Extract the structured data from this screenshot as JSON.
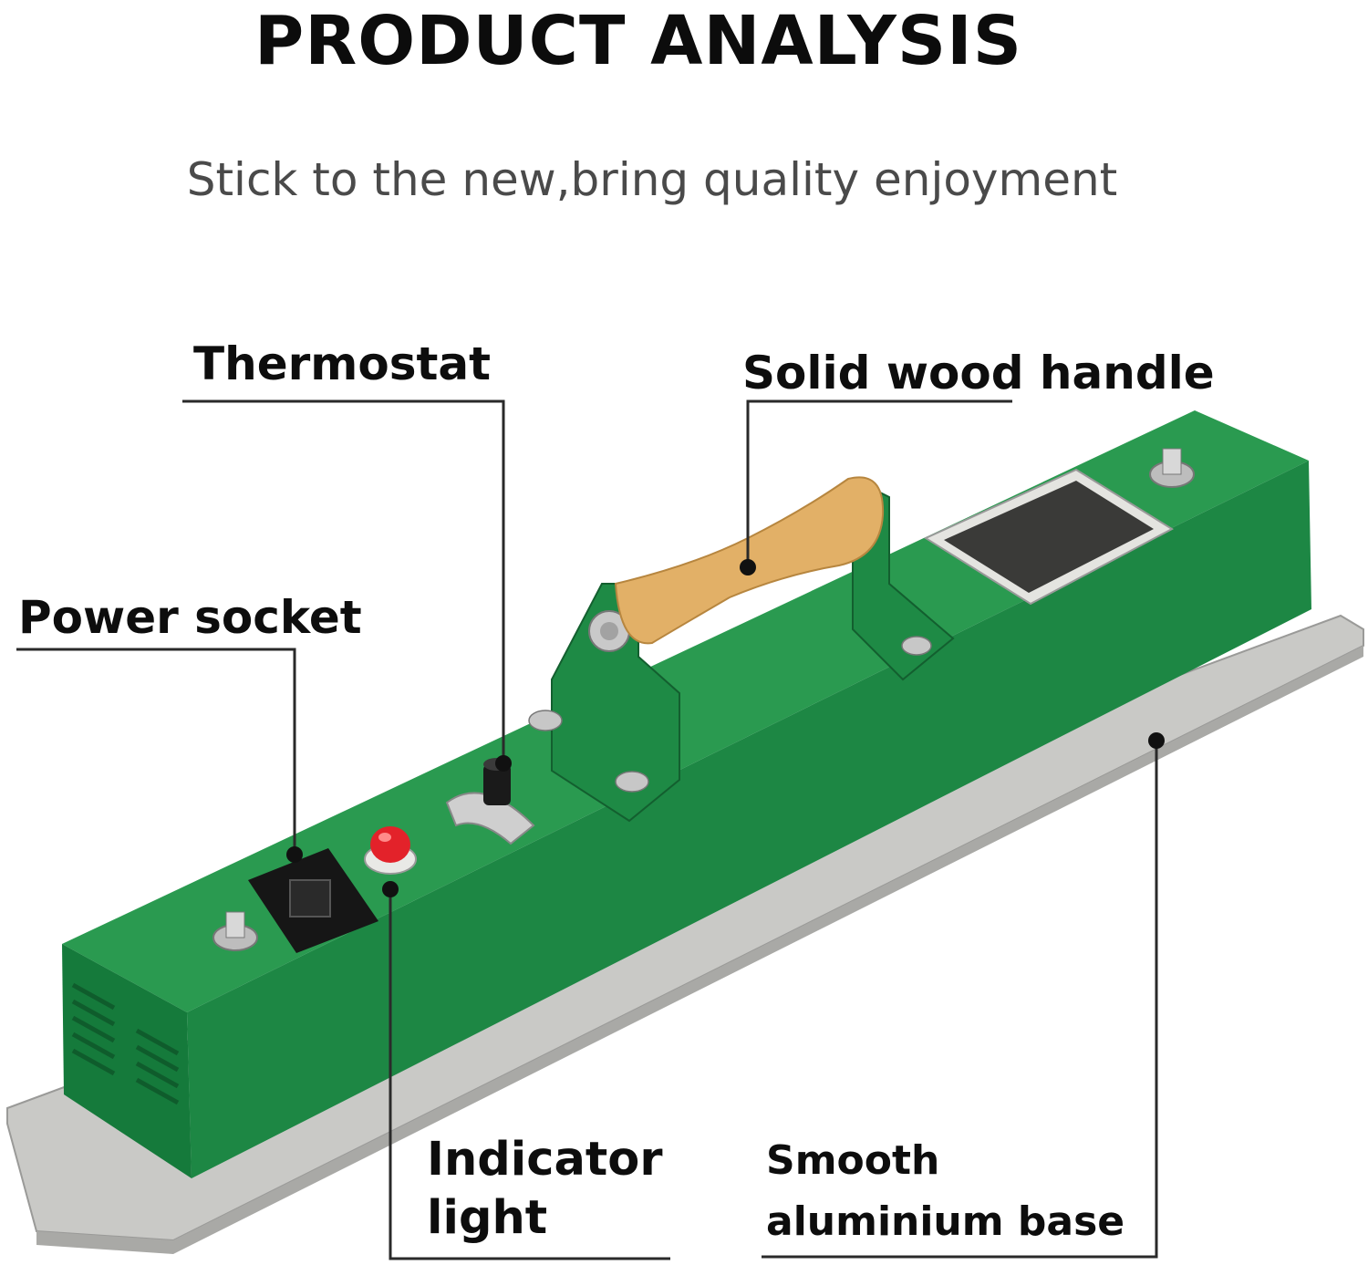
{
  "header": {
    "title": "PRODUCT ANALYSIS",
    "subtitle": "Stick to the new,bring quality enjoyment"
  },
  "callouts": {
    "thermostat": "Thermostat",
    "handle": "Solid wood handle",
    "power_socket": "Power socket",
    "indicator_light": "Indicator light",
    "base": "Smooth aluminium base"
  },
  "colors": {
    "body_green": "#1f8a45",
    "body_dark": "#126b33",
    "wood": "#e2b067",
    "aluminium": "#c9c9c6",
    "indicator_red": "#e3222a"
  }
}
